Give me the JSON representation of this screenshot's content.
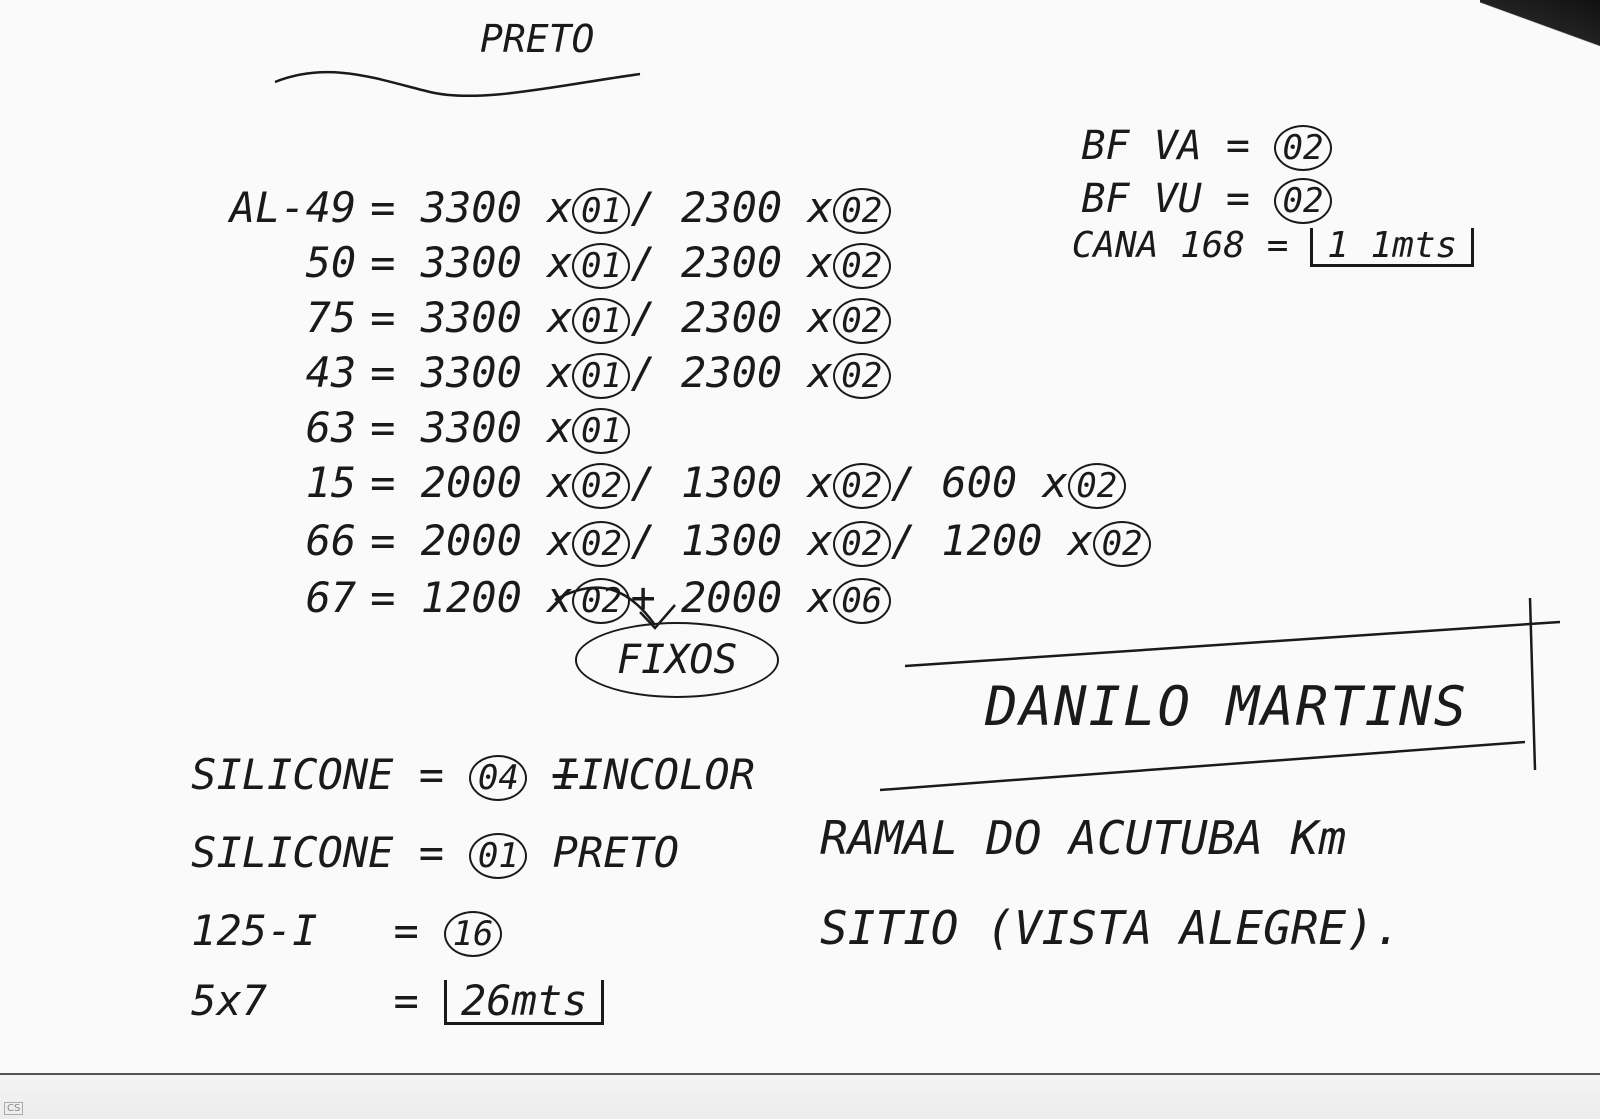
{
  "title": "PRETO",
  "measurements": [
    {
      "label": "AL-49",
      "expr": "= 3300 x",
      "q1": "01",
      "expr2": "/ 2300 x",
      "q2": "02"
    },
    {
      "label": "50",
      "expr": "= 3300 x",
      "q1": "01",
      "expr2": "/ 2300 x",
      "q2": "02"
    },
    {
      "label": "75",
      "expr": "= 3300 x",
      "q1": "01",
      "expr2": "/ 2300 x",
      "q2": "02"
    },
    {
      "label": "43",
      "expr": "= 3300 x",
      "q1": "01",
      "expr2": "/ 2300 x",
      "q2": "02"
    },
    {
      "label": "63",
      "expr": "= 3300 x",
      "q1": "01"
    }
  ],
  "row15": {
    "label": "15",
    "expr": "= 2000 x",
    "q1": "02",
    "expr2": "/ 1300 x",
    "q2": "02",
    "expr3": "/ 600 x",
    "q3": "02"
  },
  "row66": {
    "label": "66",
    "expr": "= 2000 x",
    "q1": "02",
    "expr2": "/ 1300 x",
    "q2": "02",
    "expr3": "/ 1200 x",
    "q3": "02"
  },
  "row67": {
    "label": "67",
    "expr": "= 1200 x",
    "q1": "02",
    "expr2": "+ 2000 x",
    "q2": "06"
  },
  "fixos": "FIXOS",
  "bf": [
    {
      "label": "BF VA",
      "eq": "=",
      "q": "02"
    },
    {
      "label": "BF VU",
      "eq": "=",
      "q": "02"
    }
  ],
  "cana": {
    "label": "CANA 168",
    "eq": "=",
    "value": "1 1mts"
  },
  "supplies": [
    {
      "label": "SILICONE",
      "eq": "=",
      "q": "04",
      "note": "INCOLOR",
      "struck": "I"
    },
    {
      "label": "SILICONE",
      "eq": "=",
      "q": "01",
      "note": "PRETO"
    },
    {
      "label": "125-I",
      "eq": "=",
      "q": "16"
    },
    {
      "label": "5x7",
      "eq": "=",
      "value": "26mts"
    }
  ],
  "client_name": "DANILO MARTINS",
  "address": {
    "line1": "RAMAL DO ACUTUBA Km",
    "line2": "SITIO (VISTA ALEGRE)."
  },
  "scanner_mark": {
    "logo": "CS"
  }
}
